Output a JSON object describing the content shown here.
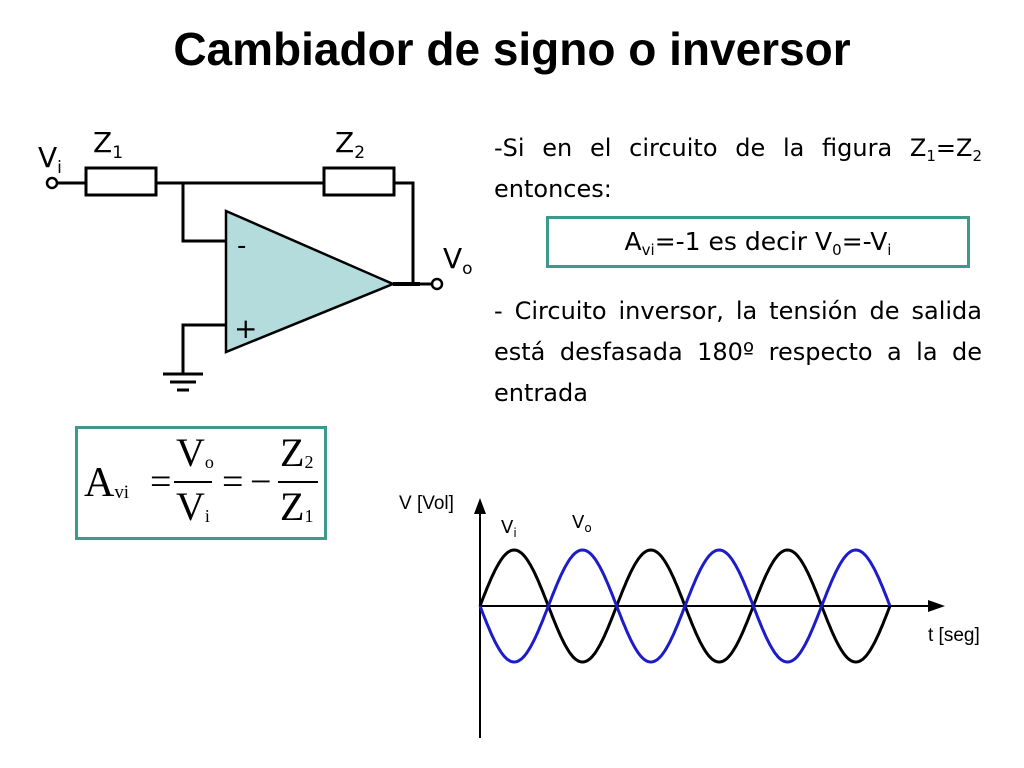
{
  "title": "Cambiador de signo o inversor",
  "circuit": {
    "input_label": "V",
    "input_sub": "i",
    "z1_label": "Z",
    "z1_sub": "1",
    "z2_label": "Z",
    "z2_sub": "2",
    "output_label": "V",
    "output_sub": "o",
    "inverting_sign": "-",
    "noninverting_sign": "+",
    "opamp_fill": "#b4dcdc"
  },
  "text": {
    "p1_a": "-Si en el circuito de la figura Z",
    "p1_sub1": "1",
    "p1_b": "=Z",
    "p1_sub2": "2",
    "p1_c": " entonces:",
    "box_a": "A",
    "box_sub1": "vi",
    "box_b": "=-1 es decir V",
    "box_sub2": "0",
    "box_c": "=-V",
    "box_sub3": "i",
    "p2": "- Circuito inversor, la tensión de salida está desfasada 180º respecto a la de entrada",
    "accent_color": "#3a9a8c"
  },
  "formula": {
    "lhs": "A",
    "lhs_sub": "vi",
    "eq1": "=",
    "num1": "V",
    "num1_sub": "o",
    "den1": "V",
    "den1_sub": "i",
    "eq2": "=",
    "minus": "−",
    "num2": "Z",
    "num2_sub": "2",
    "den2": "Z",
    "den2_sub": "1"
  },
  "chart_data": {
    "type": "line",
    "ylabel": "V [Vol]",
    "xlabel": "t [seg]",
    "grid": false,
    "cycles": 3,
    "series": [
      {
        "name_main": "V",
        "name_sub": "i",
        "color": "#000000",
        "phase_deg": 0
      },
      {
        "name_main": "V",
        "name_sub": "o",
        "color": "#1c1cc8",
        "phase_deg": 180
      }
    ]
  }
}
